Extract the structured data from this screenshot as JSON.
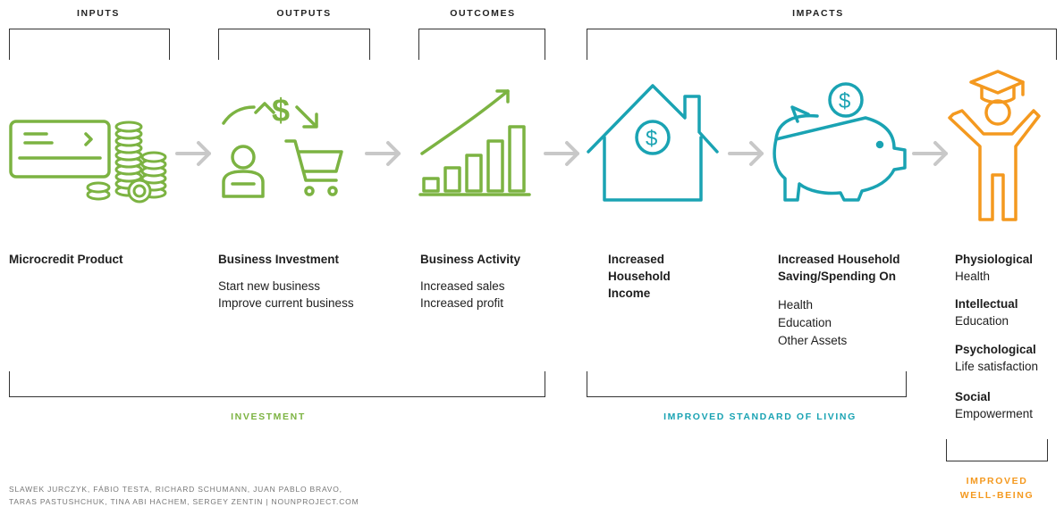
{
  "colors": {
    "green": "#7cb342",
    "teal": "#1aa3b3",
    "orange": "#f4991f",
    "arrow_gray": "#c8c8c8"
  },
  "headers": {
    "inputs": "INPUTS",
    "outputs": "OUTPUTS",
    "outcomes": "OUTCOMES",
    "impacts": "IMPACTS"
  },
  "stages": {
    "microcredit": {
      "title": "Microcredit Product",
      "icon": "credit-card-coins-icon"
    },
    "investment": {
      "title": "Business Investment",
      "lines": [
        "Start new business",
        "Improve current business"
      ],
      "icon": "person-dollar-cart-icon"
    },
    "activity": {
      "title": "Business Activity",
      "lines": [
        "Increased sales",
        "Increased profit"
      ],
      "icon": "growth-bar-chart-icon"
    },
    "income": {
      "title_lines": [
        "Increased",
        "Household",
        "Income"
      ],
      "icon": "house-dollar-icon"
    },
    "saving": {
      "title_lines": [
        "Increased Household",
        "Saving/Spending On"
      ],
      "lines": [
        "Health",
        "Education",
        "Other Assets"
      ],
      "icon": "piggy-bank-icon"
    },
    "wellbeing": {
      "icon": "graduate-person-icon",
      "items": [
        {
          "head": "Physiological",
          "text": "Health"
        },
        {
          "head": "Intellectual",
          "text": "Education"
        },
        {
          "head": "Psychological",
          "text": "Life satisfaction"
        },
        {
          "head": "Social",
          "text": "Empowerment"
        }
      ]
    }
  },
  "footers": {
    "investment": "INVESTMENT",
    "standard": "IMPROVED STANDARD OF LIVING",
    "wellbeing_lines": [
      "IMPROVED",
      "WELL-BEING"
    ]
  },
  "credits": [
    "SLAWEK JURCZYK, FÁBIO TESTA, RICHARD SCHUMANN, JUAN PABLO BRAVO,",
    "TARAS PASTUSHCHUK, TINA ABI HACHEM, SERGEY ZENTIN | NOUNPROJECT.COM"
  ]
}
